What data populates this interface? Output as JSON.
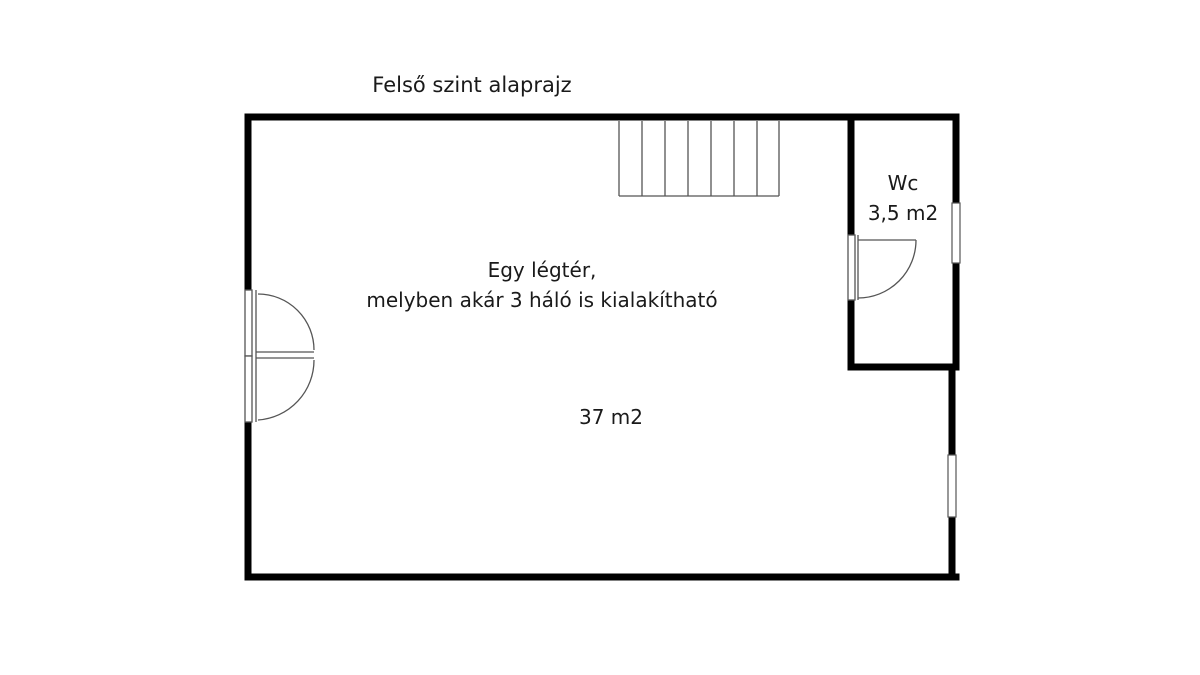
{
  "title": "Felső szint alaprajz",
  "rooms": {
    "main": {
      "line1": "Egy légtér,",
      "line2": "melyben akár 3 háló is kialakítható",
      "area": "37 m2"
    },
    "wc": {
      "name": "Wc",
      "area": "3,5 m2"
    }
  },
  "colors": {
    "wall": "#000000",
    "fixture": "#555555",
    "text": "#1a1a1a"
  }
}
